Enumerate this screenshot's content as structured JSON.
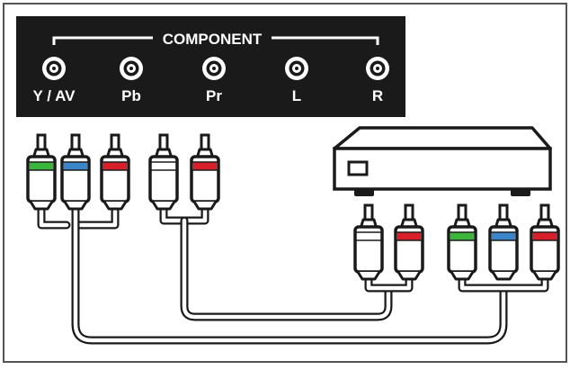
{
  "panel": {
    "group_label": "COMPONENT",
    "jacks": [
      {
        "id": "y-av",
        "label": "Y / AV"
      },
      {
        "id": "pb",
        "label": "Pb"
      },
      {
        "id": "pr",
        "label": "Pr"
      },
      {
        "id": "l",
        "label": "L"
      },
      {
        "id": "r",
        "label": "R"
      }
    ]
  },
  "colors": {
    "panel_bg": "#1a1a1a",
    "line": "#1a1a1a",
    "green": "#3cb53c",
    "blue": "#3b86c8",
    "red": "#d8202a",
    "white": "#ffffff",
    "device_fill": "#ffffff"
  },
  "plugs": {
    "left_component": [
      "green",
      "blue",
      "red"
    ],
    "left_audio": [
      "white",
      "red"
    ],
    "right_audio": [
      "white",
      "red"
    ],
    "right_component": [
      "green",
      "blue",
      "red"
    ]
  },
  "device": {
    "icon": "set-top-box-icon"
  }
}
